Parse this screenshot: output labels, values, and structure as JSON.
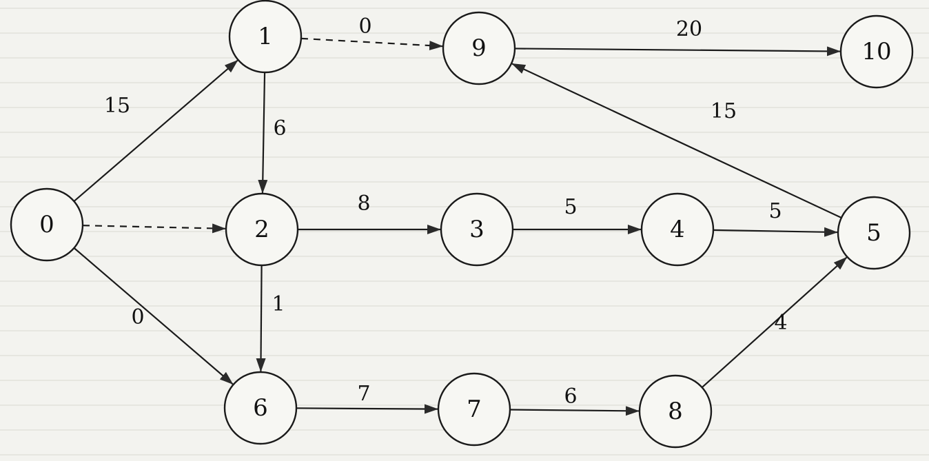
{
  "diagram": {
    "nodes": [
      {
        "id": "0",
        "label": "0"
      },
      {
        "id": "1",
        "label": "1"
      },
      {
        "id": "2",
        "label": "2"
      },
      {
        "id": "3",
        "label": "3"
      },
      {
        "id": "4",
        "label": "4"
      },
      {
        "id": "5",
        "label": "5"
      },
      {
        "id": "6",
        "label": "6"
      },
      {
        "id": "7",
        "label": "7"
      },
      {
        "id": "8",
        "label": "8"
      },
      {
        "id": "9",
        "label": "9"
      },
      {
        "id": "10",
        "label": "10"
      }
    ],
    "edges": [
      {
        "from": "0",
        "to": "1",
        "weight": "15",
        "dashed": false
      },
      {
        "from": "0",
        "to": "2",
        "weight": "",
        "dashed": true
      },
      {
        "from": "0",
        "to": "6",
        "weight": "0",
        "dashed": false
      },
      {
        "from": "1",
        "to": "9",
        "weight": "0",
        "dashed": true
      },
      {
        "from": "1",
        "to": "2",
        "weight": "6",
        "dashed": false
      },
      {
        "from": "2",
        "to": "3",
        "weight": "8",
        "dashed": false
      },
      {
        "from": "2",
        "to": "6",
        "weight": "1",
        "dashed": false
      },
      {
        "from": "3",
        "to": "4",
        "weight": "5",
        "dashed": false
      },
      {
        "from": "4",
        "to": "5",
        "weight": "5",
        "dashed": false
      },
      {
        "from": "5",
        "to": "9",
        "weight": "15",
        "dashed": false
      },
      {
        "from": "6",
        "to": "7",
        "weight": "7",
        "dashed": false
      },
      {
        "from": "7",
        "to": "8",
        "weight": "6",
        "dashed": false
      },
      {
        "from": "8",
        "to": "5",
        "weight": "4",
        "dashed": false
      },
      {
        "from": "9",
        "to": "10",
        "weight": "20",
        "dashed": false
      }
    ]
  }
}
